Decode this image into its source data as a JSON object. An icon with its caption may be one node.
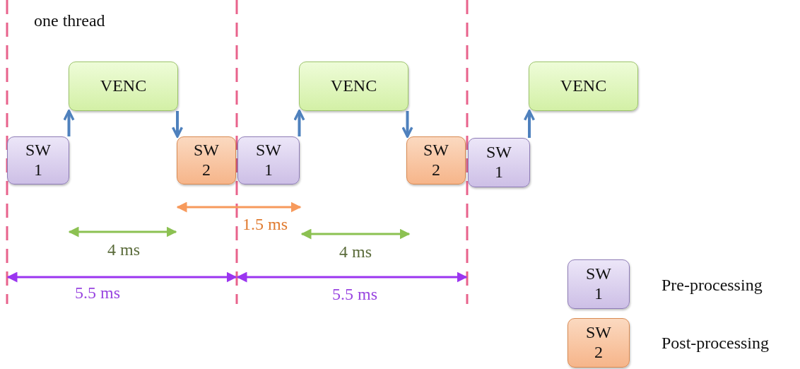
{
  "diagram": {
    "nodes": [
      {
        "text": [
          "SW 1"
        ]
      },
      {
        "text": [
          "VENC"
        ]
      },
      {
        "text": [
          "SW 2"
        ]
      },
      {
        "text": [
          "SW 1"
        ]
      },
      {
        "text": [
          "VENC"
        ]
      },
      {
        "text": [
          "SW 2"
        ]
      },
      {
        "text": [
          "SW 1"
        ]
      },
      {
        "text": [
          "VENC"
        ]
      },
      {
        "text": [
          "SW 1"
        ],
        "beside": [
          "Pre-processing"
        ]
      },
      {
        "text": [
          "SW 2"
        ],
        "beside": [
          "Post-processing"
        ]
      }
    ],
    "edges": [
      {
        "from": 0,
        "to": 1,
        "arrow": "to"
      },
      {
        "from": 1,
        "to": 2,
        "arrow": "to"
      },
      {
        "from": 3,
        "to": 4,
        "arrow": "to"
      },
      {
        "from": 4,
        "to": 5,
        "arrow": "to"
      },
      {
        "from": 6,
        "to": 7,
        "arrow": "to"
      }
    ],
    "labels": [
      "one thread",
      "1.5 ms",
      "4 ms",
      "4 ms",
      "5.5 ms",
      "5.5 ms"
    ]
  }
}
